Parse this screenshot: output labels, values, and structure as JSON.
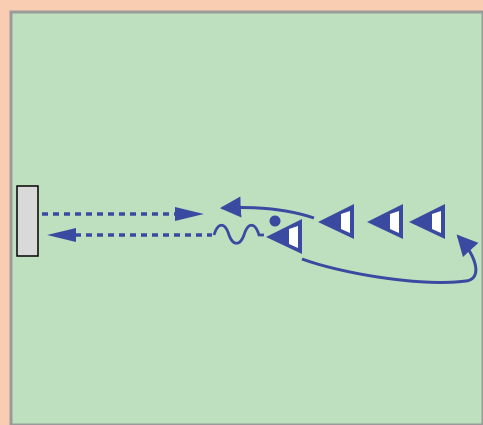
{
  "colors": {
    "page_background": "#f8cdb2",
    "field": "#bfe0bf",
    "field_border": "#9a9a9a",
    "ink": "#3a4aa0",
    "goal_fill": "#d9d9d9",
    "goal_stroke": "#000000",
    "cone_inner": "#ffffff"
  },
  "elements": {
    "goal": "goal-box",
    "players": [
      "player-cone-1",
      "player-cone-2",
      "player-cone-3",
      "player-cone-4"
    ],
    "ball": "ball-dot",
    "pass_to_goal": "dashed-pass-arrow",
    "pass_from_goal": "dashed-return-arrow",
    "dribble": "wavy-dribble-line",
    "run_back": "curved-run-arrow",
    "run_forward": "curved-forward-arrow"
  }
}
